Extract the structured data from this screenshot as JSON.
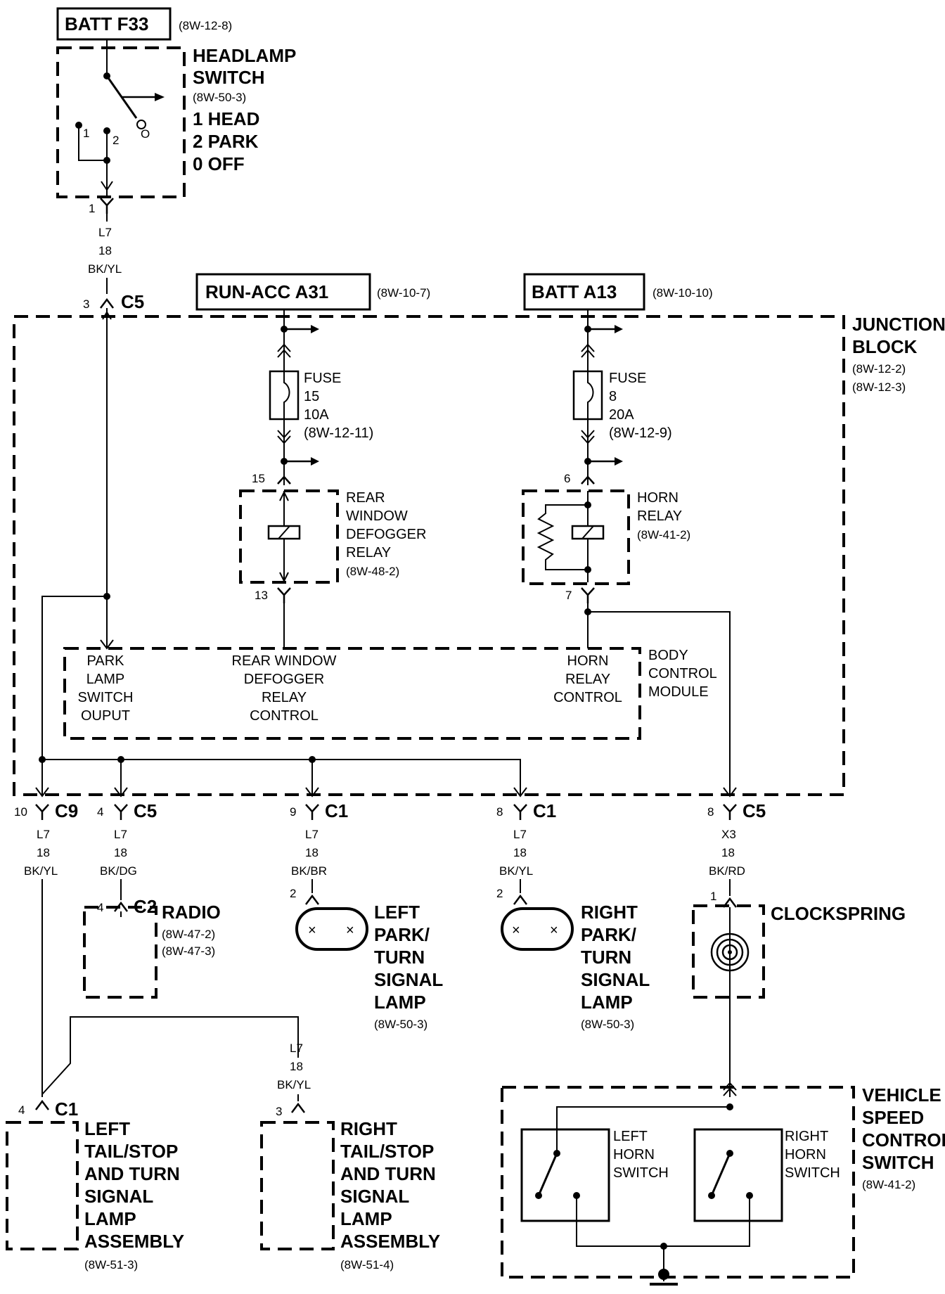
{
  "sources": {
    "batt_f33": {
      "label": "BATT F33",
      "ref": "(8W-12-8)"
    },
    "run_acc_a31": {
      "label": "RUN-ACC A31",
      "ref": "(8W-10-7)"
    },
    "batt_a13": {
      "label": "BATT A13",
      "ref": "(8W-10-10)"
    }
  },
  "headlamp_switch": {
    "lines": [
      "HEADLAMP",
      "SWITCH"
    ],
    "ref": "(8W-50-3)",
    "positions": [
      "1 HEAD",
      "2 PARK",
      "0 OFF"
    ],
    "terminals": [
      "1",
      "2",
      "O"
    ],
    "pin": "1"
  },
  "wire_top": {
    "circuit": "L7",
    "gauge": "18",
    "color": "BK/YL"
  },
  "connector_c5_top": {
    "pin": "3",
    "name": "C5"
  },
  "junction_block": {
    "lines": [
      "JUNCTION",
      "BLOCK"
    ],
    "refs": [
      "(8W-12-2)",
      "(8W-12-3)"
    ]
  },
  "fuse15": {
    "lines": [
      "FUSE",
      "15",
      "10A",
      "(8W-12-11)"
    ]
  },
  "fuse8": {
    "lines": [
      "FUSE",
      "8",
      "20A",
      "(8W-12-9)"
    ]
  },
  "defogger_relay": {
    "lines": [
      "REAR",
      "WINDOW",
      "DEFOGGER",
      "RELAY",
      "(8W-48-2)"
    ],
    "pin_in": "15",
    "pin_out": "13"
  },
  "horn_relay": {
    "lines": [
      "HORN",
      "RELAY",
      "(8W-41-2)"
    ],
    "pin_in": "6",
    "pin_out": "7"
  },
  "bcm": {
    "lines": [
      "BODY",
      "CONTROL",
      "MODULE"
    ],
    "park": [
      "PARK",
      "LAMP",
      "SWITCH",
      "OUPUT"
    ],
    "defogger": [
      "REAR WINDOW",
      "DEFOGGER",
      "RELAY",
      "CONTROL"
    ],
    "horn": [
      "HORN",
      "RELAY",
      "CONTROL"
    ]
  },
  "bottom_connectors": [
    {
      "pin": "10",
      "name": "C9",
      "circuit": "L7",
      "gauge": "18",
      "color": "BK/YL"
    },
    {
      "pin": "4",
      "name": "C5",
      "circuit": "L7",
      "gauge": "18",
      "color": "BK/DG"
    },
    {
      "pin": "9",
      "name": "C1",
      "circuit": "L7",
      "gauge": "18",
      "color": "BK/BR"
    },
    {
      "pin": "8",
      "name": "C1",
      "circuit": "L7",
      "gauge": "18",
      "color": "BK/YL"
    },
    {
      "pin": "8",
      "name": "C5",
      "circuit": "X3",
      "gauge": "18",
      "color": "BK/RD"
    }
  ],
  "radio": {
    "label": "RADIO",
    "refs": [
      "(8W-47-2)",
      "(8W-47-3)"
    ],
    "pin": "4",
    "conn": "C2"
  },
  "left_park_lamp": {
    "lines": [
      "LEFT",
      "PARK/",
      "TURN",
      "SIGNAL",
      "LAMP"
    ],
    "ref": "(8W-50-3)",
    "pin": "2"
  },
  "right_park_lamp": {
    "lines": [
      "RIGHT",
      "PARK/",
      "TURN",
      "SIGNAL",
      "LAMP"
    ],
    "ref": "(8W-50-3)",
    "pin": "2"
  },
  "clockspring": {
    "label": "CLOCKSPRING",
    "pin": "1"
  },
  "right_tail_wire": {
    "circuit": "L7",
    "gauge": "18",
    "color": "BK/YL"
  },
  "left_tail_lamp": {
    "lines": [
      "LEFT",
      "TAIL/STOP",
      "AND TURN",
      "SIGNAL",
      "LAMP",
      "ASSEMBLY"
    ],
    "ref": "(8W-51-3)",
    "pin": "4",
    "conn": "C1"
  },
  "right_tail_lamp": {
    "lines": [
      "RIGHT",
      "TAIL/STOP",
      "AND TURN",
      "SIGNAL",
      "LAMP",
      "ASSEMBLY"
    ],
    "ref": "(8W-51-4)",
    "pin": "3"
  },
  "speed_control_switch": {
    "lines": [
      "VEHICLE",
      "SPEED",
      "CONTROL",
      "SWITCH"
    ],
    "ref": "(8W-41-2)",
    "left_horn": [
      "LEFT",
      "HORN",
      "SWITCH"
    ],
    "right_horn": [
      "RIGHT",
      "HORN",
      "SWITCH"
    ]
  }
}
